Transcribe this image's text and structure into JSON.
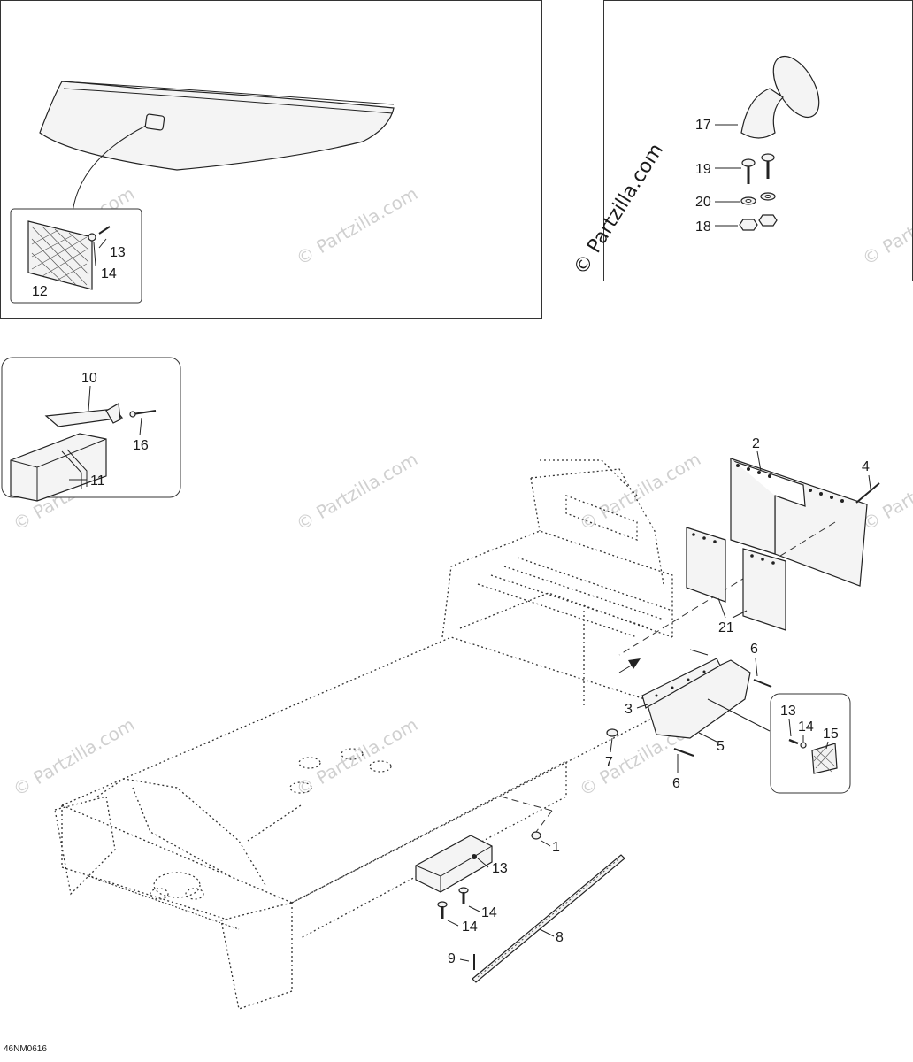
{
  "callouts": {
    "c1": "1",
    "c2": "2",
    "c3": "3",
    "c4": "4",
    "c5": "5",
    "c6a": "6",
    "c6b": "6",
    "c7": "7",
    "c8": "8",
    "c9": "9",
    "c10": "10",
    "c11": "11",
    "c12": "12",
    "c13_top": "13",
    "c14_top": "14",
    "c13_mid": "13",
    "c14_mid_a": "14",
    "c14_mid_b": "14",
    "c13_box": "13",
    "c14_box": "14",
    "c15": "15",
    "c16": "16",
    "c17": "17",
    "c18": "18",
    "c19": "19",
    "c20": "20",
    "c21": "21"
  },
  "watermark": {
    "text": "© Partzilla.com",
    "main_text": "© Partzilla.com"
  },
  "document_id": "46NM0616"
}
